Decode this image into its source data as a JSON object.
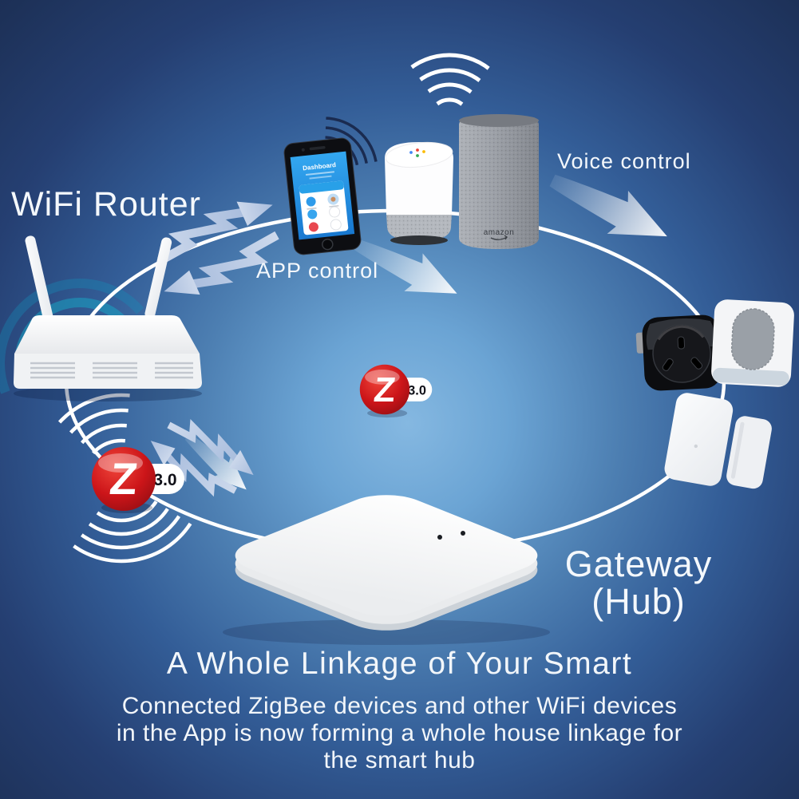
{
  "labels": {
    "wifi_router": "WiFi Router",
    "app_control": "APP control",
    "voice_control": "Voice control",
    "gateway_line1": "Gateway",
    "gateway_line2": "(Hub)"
  },
  "zigbee": {
    "letter": "Z",
    "version": "3.0"
  },
  "phone": {
    "app_title": "Dashboard"
  },
  "devices": {
    "echo_brand": "amazon"
  },
  "footer": {
    "heading": "A Whole Linkage of Your Smart",
    "body_line1": "Connected ZigBee devices and other WiFi devices",
    "body_line2": "in the App is now forming a whole house linkage for",
    "body_line3": "the smart hub"
  },
  "colors": {
    "background_center": "#85b8e1",
    "background_edge": "#1b2d52",
    "zigbee_red": "#c8181c",
    "teal_signal": "#1ac3d4",
    "arrow_blue": "#aabedf",
    "text": "#f4f8fc"
  }
}
